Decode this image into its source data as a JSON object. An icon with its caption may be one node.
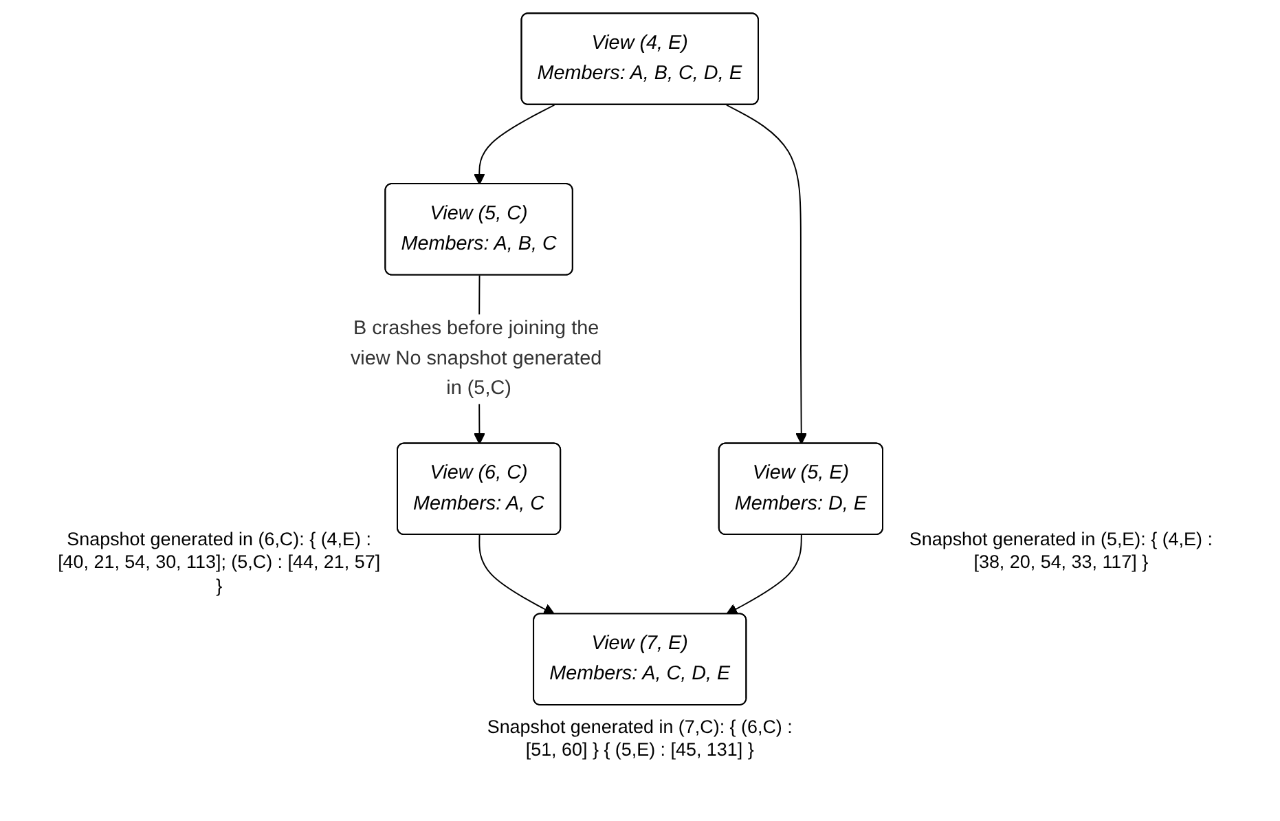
{
  "diagram": {
    "nodes": [
      {
        "text": [
          "View (4, E)",
          "Members: A, B, C, D, E"
        ]
      },
      {
        "text": [
          "View (5, C)",
          "Members: A, B, C"
        ]
      },
      {
        "text": [
          "View (5, E)",
          "Members: D, E"
        ],
        "beside": [
          "Snapshot generated in (5,E): { (4,E) : [38, 20, 54, 33, 117] }"
        ]
      },
      {
        "text": [
          "View (6, C)",
          "Members: A, C"
        ],
        "beside": [
          "Snapshot generated in (6,C): { (4,E) : [40, 21, 54, 30, 113]; (5,C) : [44, 21, 57] }"
        ]
      },
      {
        "text": [
          "View (7, E)",
          "Members: A, C, D, E"
        ],
        "beside": [
          "Snapshot generated in (7,C): { (6,C) : [51, 60] } { (5,E) : [45, 131] }"
        ]
      }
    ],
    "edges": [
      {
        "from": 0,
        "to": 1,
        "arrow": "to"
      },
      {
        "from": 0,
        "to": 2,
        "arrow": "to"
      },
      {
        "from": 1,
        "to": 3,
        "arrow": "to",
        "label": "B crashes before joining the view No snapshot generated in (5,C)"
      },
      {
        "from": 3,
        "to": 4,
        "arrow": "to"
      },
      {
        "from": 2,
        "to": 4,
        "arrow": "to"
      }
    ]
  }
}
